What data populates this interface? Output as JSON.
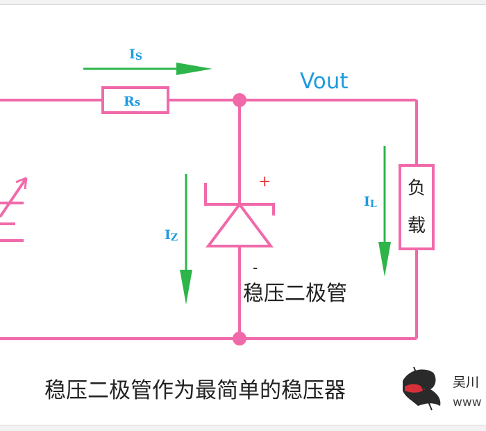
{
  "labels": {
    "is_main": "I",
    "is_sub": "S",
    "rs_main": "R",
    "rs_sub": "s",
    "vout": "Vout",
    "plus": "+",
    "minus": "-",
    "iz_main": "I",
    "iz_sub": "Z",
    "il_main": "I",
    "il_sub": "L",
    "load_char1": "负",
    "load_char2": "载",
    "zener_label": "稳压二极管"
  },
  "caption": "稳压二极管作为最简单的稳压器",
  "watermark": {
    "line1": "吴川",
    "line2": "www"
  },
  "colors": {
    "wire": "#f06aaa",
    "arrow": "#2db54a",
    "label_blue": "#1e9be0",
    "plus_red": "#e23b3b",
    "text_dark": "#222222"
  }
}
